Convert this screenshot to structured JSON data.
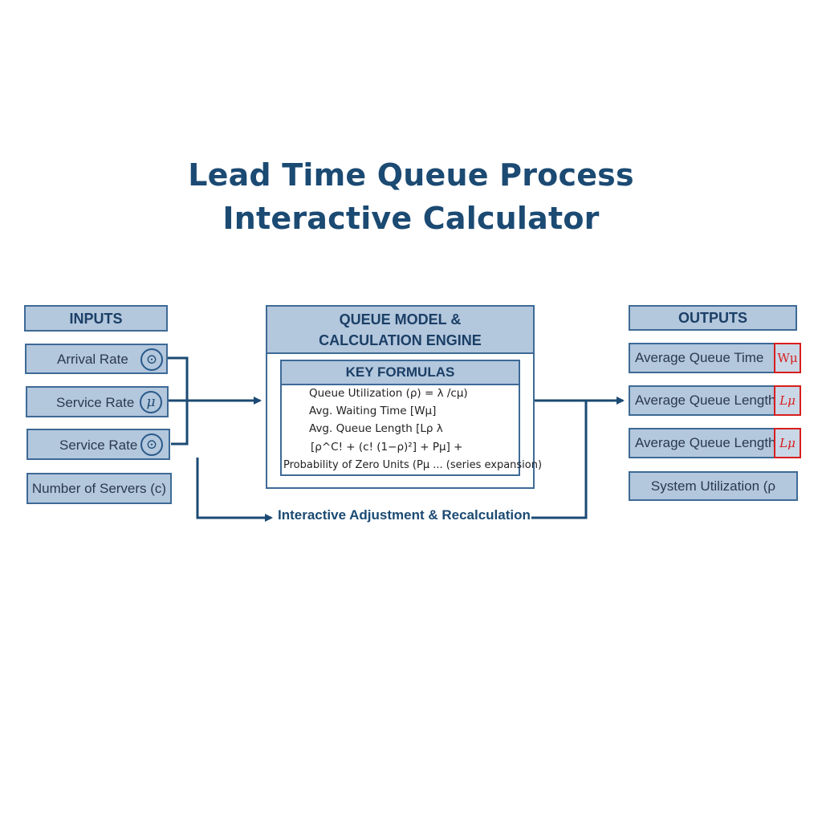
{
  "title": {
    "line1": "Lead Time Queue Process",
    "line2": "Interactive Calculator"
  },
  "inputs": {
    "header": "INPUTS",
    "items": [
      {
        "label": "Arrival Rate",
        "icon": "target-icon",
        "glyph": "⊙"
      },
      {
        "label": "Service Rate",
        "icon": "mu-icon",
        "glyph": "μ"
      },
      {
        "label": "Service Rate",
        "icon": "target-icon",
        "glyph": "⊙"
      },
      {
        "label": "Number of Servers (c)"
      }
    ]
  },
  "engine": {
    "header_line1": "QUEUE MODEL &",
    "header_line2": "CALCULATION ENGINE",
    "formulas_header": "KEY FORMULAS",
    "formulas": [
      "Queue Utilization (ρ) = λ /cμ)",
      "Avg. Waiting Time [Wμ]",
      "Avg. Queue Length [Lρ λ",
      "[ρ^C! + (c!  (1−ρ)²] + Pμ] +",
      "Probability of Zero Units (Pμ ... (series expansion)"
    ]
  },
  "outputs": {
    "header": "OUTPUTS",
    "items": [
      {
        "label": "Average Queue Time",
        "symbol": "Wμ"
      },
      {
        "label": "Average Queue Length",
        "symbol": "Lμ"
      },
      {
        "label": "Average Queue Length",
        "symbol": "Lμ"
      },
      {
        "label": "System Utilization (ρ"
      }
    ]
  },
  "feedback": {
    "label": "Interactive Adjustment & Recalculation"
  },
  "colors": {
    "box_fill": "#b3c7dd",
    "border": "#3e6a96",
    "arrow": "#1b4a73",
    "highlight": "#d81e1e",
    "title": "#1b4a73"
  }
}
